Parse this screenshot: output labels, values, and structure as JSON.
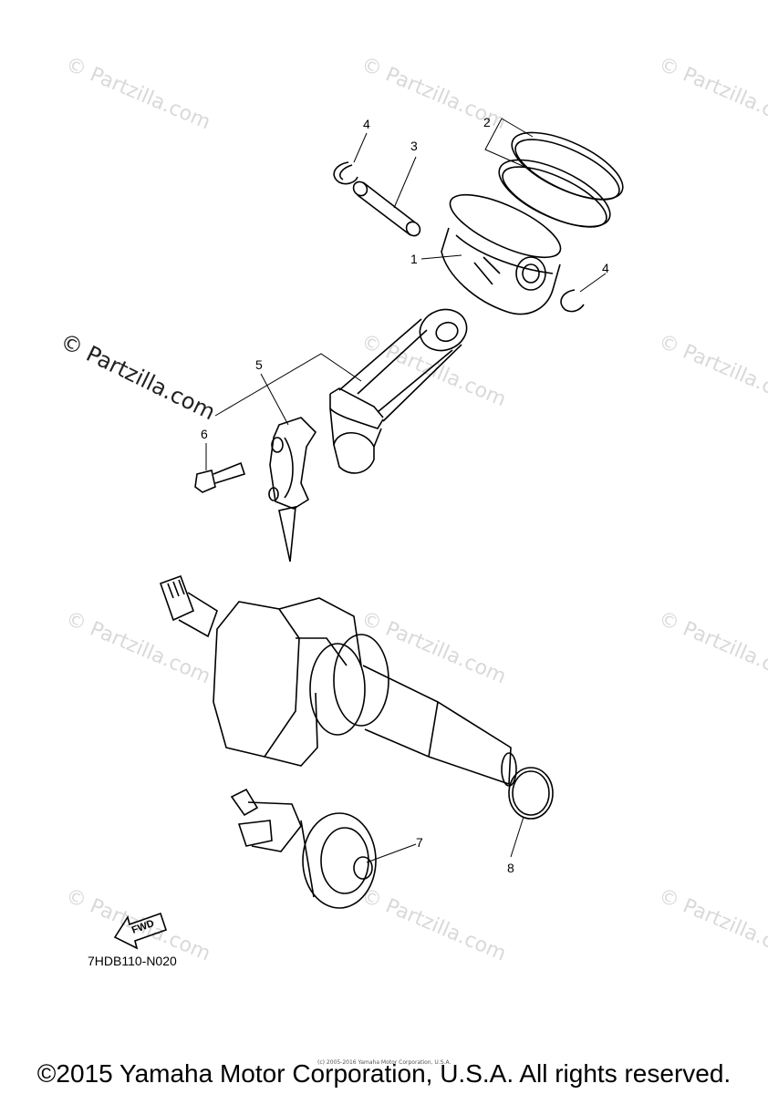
{
  "watermark": {
    "text": "© Partzilla.com",
    "main_text": "© Partzilla.com"
  },
  "callouts": {
    "c1": "1",
    "c2": "2",
    "c3": "3",
    "c4a": "4",
    "c4b": "4",
    "c5": "5",
    "c6": "6",
    "c7": "7",
    "c8": "8"
  },
  "fwd_label": "FWD",
  "diagram_code": "7HDB110-N020",
  "fine_print": "(c) 2005-2016 Yamaha Motor Corporation, U.S.A.",
  "copyright": "©2015 Yamaha Motor Corporation, U.S.A. All rights reserved."
}
